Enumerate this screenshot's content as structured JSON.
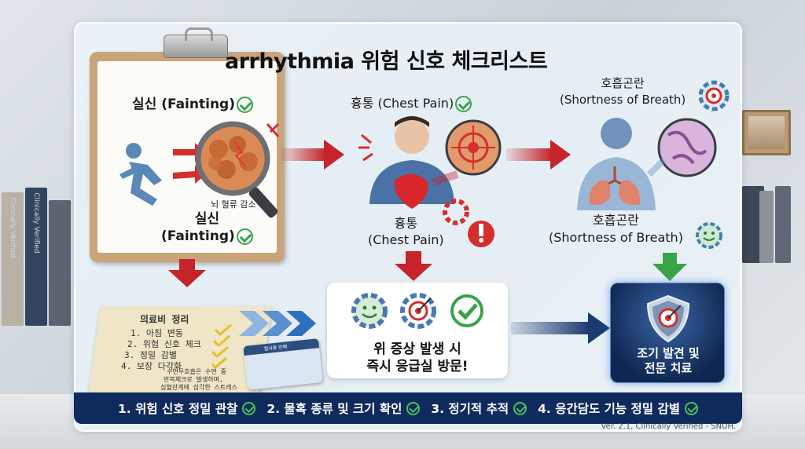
{
  "title": "arrhythmia 위험 신호 체크리스트",
  "symptoms": {
    "fainting": {
      "top_label": "실신 (Fainting)",
      "bottom_label_ko": "실신",
      "bottom_label_en": "(Fainting)",
      "annotation": "뇌 혈류 감소"
    },
    "chest_pain": {
      "top_label": "흉통 (Chest Pain)",
      "bottom_label_ko": "흉통",
      "bottom_label_en": "(Chest Pain)"
    },
    "shortness_of_breath": {
      "top_label_ko": "호흡곤란",
      "top_label_en": "(Shortness of Breath)",
      "bottom_label_ko": "호흡곤란",
      "bottom_label_en": "(Shortness of Breath)"
    }
  },
  "notebook": {
    "title": "의료비 정리",
    "lines": [
      "1. 아침 변동",
      "2. 위험 신호 체크",
      "3. 정밀 감별",
      "4. 보장 다각화"
    ],
    "footnote_lines": [
      "수면무호흡은 수면 중",
      "반복체크로 발생하며,",
      "심혈관계에 심각한 스트레스"
    ]
  },
  "card": {
    "title": "협사용 반배"
  },
  "center_box": {
    "line1": "위 증상 발생 시",
    "line2": "즉시 응급실 방문!"
  },
  "right_box": {
    "line1": "조기 발견 및",
    "line2": "전문 치료"
  },
  "steps": [
    "1. 위험 신호 정밀 관찰",
    "2. 물혹 종류 및 크기 확인",
    "3. 정기적 추적",
    "4. 응간담도 기능 정밀 감별"
  ],
  "version": "Ver. 2.1, Clinically Verified - SNUH.",
  "background_books": [
    "Clinically Verified",
    "Clinically Verified"
  ],
  "colors": {
    "accent_red": "#c6242a",
    "check_green": "#3aa34a",
    "navy": "#0f2a5c",
    "arrow_blue": "#2f6fc0"
  }
}
